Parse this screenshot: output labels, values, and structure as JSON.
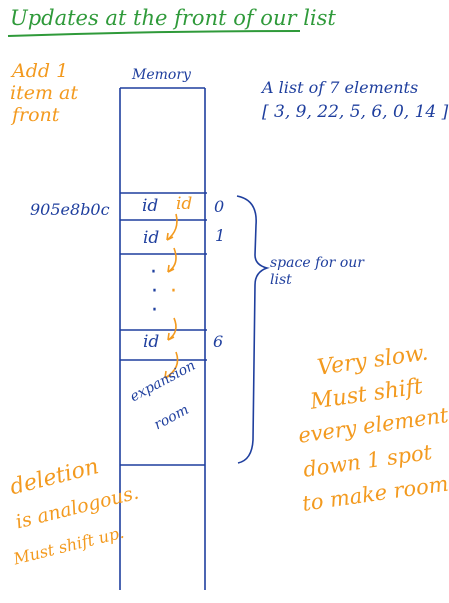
{
  "title": "Updates at the front of our list",
  "note_add": [
    "Add 1",
    "item at",
    "front"
  ],
  "memory_label": "Memory",
  "list_desc": "A list of 7 elements",
  "list_values": "[ 3, 9, 22, 5, 6, 0, 14 ]",
  "address": "905e8b0c",
  "cells": {
    "id_0": "id",
    "id_0_new": "id",
    "id_1": "id",
    "id_6": "id",
    "dots": [
      "·",
      "·",
      "·",
      "·"
    ],
    "expansion": [
      "expansion",
      "room"
    ]
  },
  "index_labels": {
    "first": "0",
    "second": "1",
    "last": "6"
  },
  "brace_label": [
    "space for our",
    "list"
  ],
  "note_slow": [
    "Very slow.",
    "Must shift",
    "every element",
    "down 1 spot",
    "to make room"
  ],
  "note_deletion": [
    "deletion",
    "is analogous.",
    "Must shift up."
  ],
  "colors": {
    "green": "#2f9a3a",
    "orange": "#f39a1f",
    "blue": "#1f3f9e"
  }
}
